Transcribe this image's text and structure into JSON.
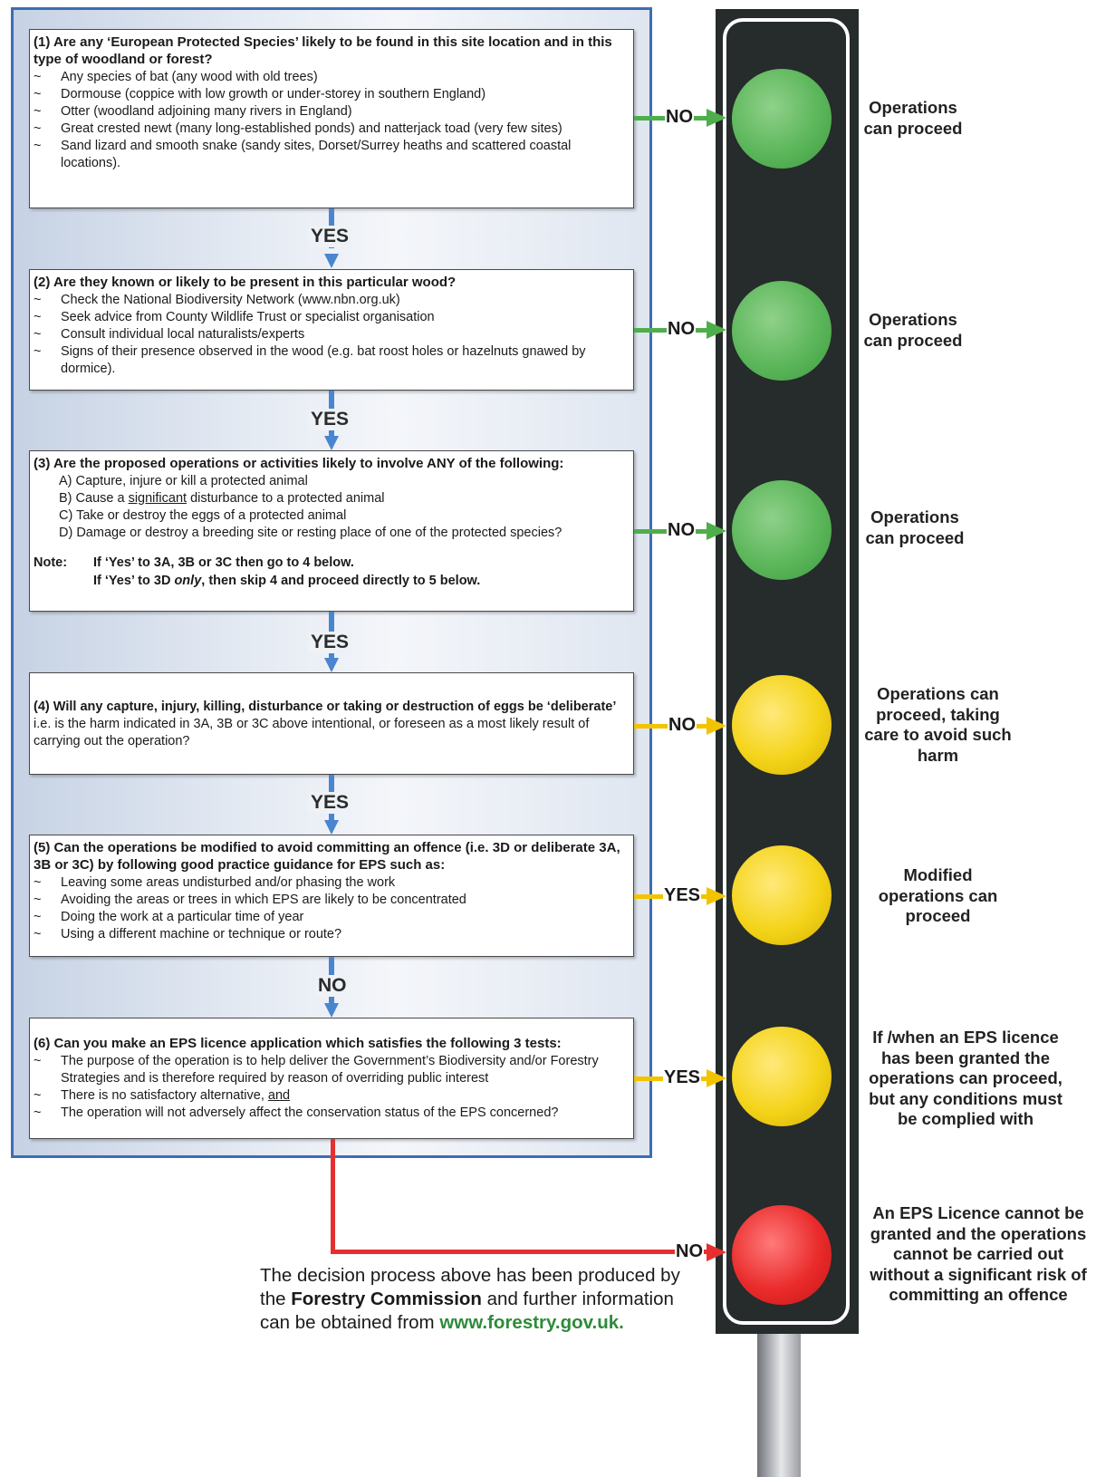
{
  "questions": [
    {
      "number": "(1)",
      "title": "Are any ‘European Protected Species’ likely to be found in this site location and in this type of woodland or forest?",
      "items": [
        "Any species of bat (any wood with old trees)",
        "Dormouse (coppice with low growth or under-storey in southern England)",
        "Otter (woodland adjoining many rivers in England)",
        "Great crested newt (many long-established ponds) and natterjack toad (very few sites)",
        "Sand lizard and smooth snake (sandy sites, Dorset/Surrey heaths and scattered coastal locations)."
      ]
    },
    {
      "number": "(2)",
      "title": "Are they known or likely to be present in this particular wood?",
      "items": [
        "Check the National Biodiversity Network (www.nbn.org.uk)",
        "Seek advice from County Wildlife Trust or specialist organisation",
        "Consult individual local naturalists/experts",
        "Signs of their presence observed in the wood (e.g. bat roost holes or hazelnuts gnawed by dormice)."
      ]
    },
    {
      "number": "(3)",
      "title": "Are the proposed operations or activities likely to involve ANY of the following:",
      "items": [
        "A) Capture, injure or kill a protected animal",
        "B) Cause a",
        "C) Take or destroy the eggs of a protected animal",
        "D) Damage or destroy a breeding site or resting place of one of the protected species?"
      ],
      "item_b_underlined": "significant",
      "item_b_rest": "disturbance to a protected animal",
      "note_label": "Note:",
      "note_line1": "If ‘Yes’ to 3A, 3B or 3C then go to 4 below.",
      "note_line2_a": "If ‘Yes’ to 3D",
      "note_line2_italic": "only",
      "note_line2_b": ", then skip 4 and proceed directly to 5 below."
    },
    {
      "number": "(4)",
      "title_bold": "Will any capture, injury, killing, disturbance or taking or destruction of eggs be ‘deliberate’",
      "title_rest": " i.e. is the harm indicated in 3A, 3B or 3C above intentional, or foreseen as a most likely result of carrying out the operation?"
    },
    {
      "number": "(5)",
      "title": "Can the operations be modified to avoid committing an offence (i.e. 3D or deliberate 3A, 3B or 3C) by following good practice guidance for EPS such as:",
      "items": [
        "Leaving some areas undisturbed and/or phasing the work",
        "Avoiding the areas or trees in which EPS are likely to be concentrated",
        "Doing the work at a particular time of year",
        "Using a different machine or technique or route?"
      ]
    },
    {
      "number": "(6)",
      "title": "Can you make an EPS licence application which satisfies the following 3 tests:",
      "items": [
        "The purpose of the operation is to help deliver the Government’s Biodiversity and/or Forestry Strategies and is therefore required by reason of overriding public interest",
        "There is no satisfactory alternative,",
        "The operation will not adversely affect the conservation status of the EPS concerned?"
      ],
      "item2_underlined": "and"
    }
  ],
  "tilde": "~",
  "flow_labels": {
    "yes": "YES",
    "no": "NO"
  },
  "outcomes": {
    "o1": "Operations can proceed",
    "o2": "Operations can proceed",
    "o3": "Operations can proceed",
    "o4": "Operations can proceed, taking care to avoid such harm",
    "o5": "Modified operations can proceed",
    "o6": "If /when an EPS licence has been granted the operations can proceed, but any conditions must be complied with",
    "o7": "An EPS Licence cannot be granted and the operations cannot be carried out without a significant risk of committing an offence"
  },
  "footer": {
    "line1": "The decision process above has been produced by the",
    "org": "Forestry Commission",
    "line2": "and further information can be",
    "line3": "obtained from",
    "link": "www.forestry.gov.uk."
  },
  "colors": {
    "panel_border": "#3d6db5",
    "flow_blue": "#4a86cf",
    "green": "#5cb65a",
    "amber": "#f4d41a",
    "red": "#ea2b2b",
    "housing": "#262b2b"
  }
}
